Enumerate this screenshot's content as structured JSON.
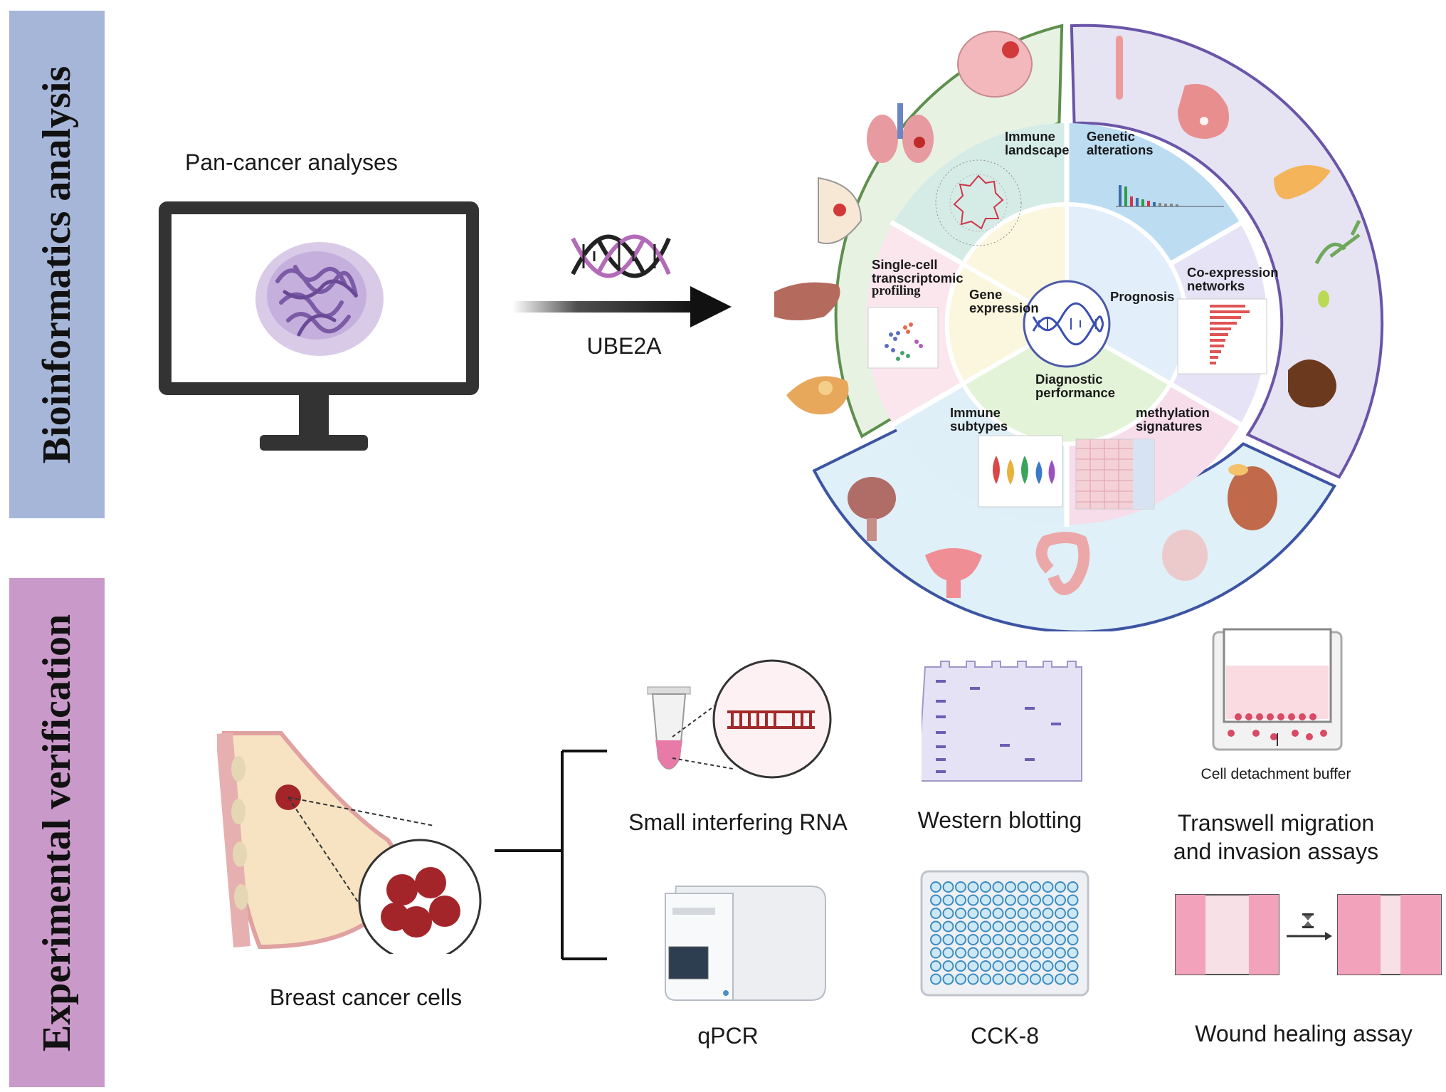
{
  "sidebar": {
    "top_label": "Bioinformatics analysis",
    "bottom_label": "Experimental verification"
  },
  "pan_cancer": {
    "label": "Pan-cancer analyses"
  },
  "gene": {
    "label": "UBE2A"
  },
  "wheel": {
    "segments": {
      "immune_landscape": [
        "Immune",
        "landscape"
      ],
      "genetic_alterations": [
        "Genetic",
        "alterations"
      ],
      "co_expression": [
        "Co-expression",
        "networks"
      ],
      "methylation": [
        "methylation",
        "signatures"
      ],
      "immune_subtypes": [
        "Immune",
        "subtypes"
      ],
      "single_cell": [
        "Single-cell",
        "transcriptomic",
        "profiling"
      ]
    },
    "inner": {
      "gene_expression": [
        "Gene",
        "expression"
      ],
      "prognosis": "Prognosis",
      "diagnostic": [
        "Diagnostic",
        "performance"
      ]
    }
  },
  "experiments": {
    "cells_label": "Breast cancer cells",
    "sirna_label": "Small interfering RNA",
    "western_label": "Western blotting",
    "transwell_label": [
      "Transwell migration",
      "and invasion assays"
    ],
    "transwell_buffer": "Cell detachment buffer",
    "qpcr_label": "qPCR",
    "cck8_label": "CCK-8",
    "wound_label": "Wound healing assay"
  },
  "colors": {
    "side_top": "#a6b6d9",
    "side_bottom": "#c999c9",
    "ring_green": "#5e8f4e",
    "ring_purple": "#6a55a8",
    "ring_blue": "#3d54a3"
  }
}
